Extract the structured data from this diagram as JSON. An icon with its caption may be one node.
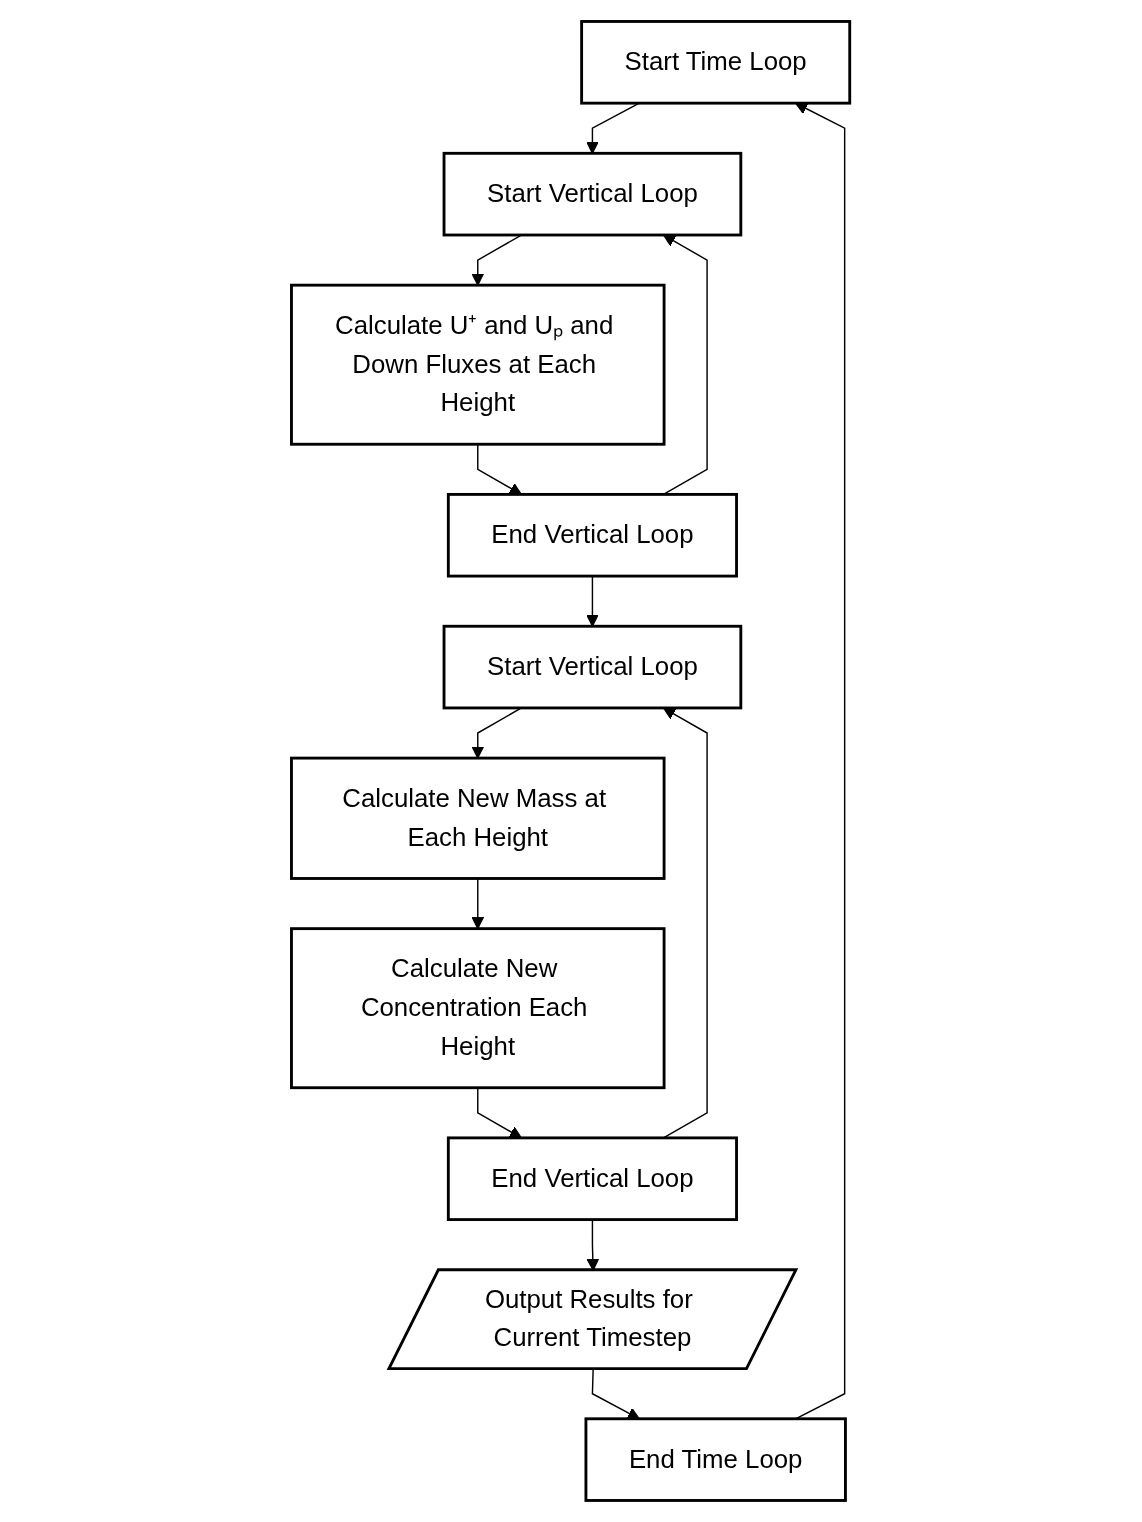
{
  "diagram": {
    "nodes": [
      {
        "text": [
          "Start Time Loop"
        ]
      },
      {
        "text": [
          "Start Vertical Loop"
        ]
      },
      {
        "text": [
          "Calculate U⁺ and Uₚ and Down Fluxes at Each Height"
        ]
      },
      {
        "text": [
          "End Vertical Loop"
        ]
      },
      {
        "text": [
          "Start Vertical Loop"
        ]
      },
      {
        "text": [
          "Calculate New Mass at Each Height"
        ]
      },
      {
        "text": [
          "Calculate New Concentration Each Height"
        ]
      },
      {
        "text": [
          "End Vertical Loop"
        ]
      },
      {
        "text": [
          "Output Results for Current Timestep"
        ]
      },
      {
        "text": [
          "End Time Loop"
        ]
      }
    ],
    "edges": [
      {
        "from": 0,
        "to": 1,
        "arrow": "to"
      },
      {
        "from": 1,
        "to": 2,
        "arrow": "to"
      },
      {
        "from": 2,
        "to": 3,
        "arrow": "to"
      },
      {
        "from": 3,
        "to": 1,
        "arrow": "to"
      },
      {
        "from": 3,
        "to": 4,
        "arrow": "to"
      },
      {
        "from": 4,
        "to": 5,
        "arrow": "to"
      },
      {
        "from": 5,
        "to": 6,
        "arrow": "to"
      },
      {
        "from": 6,
        "to": 7,
        "arrow": "to"
      },
      {
        "from": 7,
        "to": 4,
        "arrow": "to"
      },
      {
        "from": 7,
        "to": 8,
        "arrow": "to"
      },
      {
        "from": 8,
        "to": 9,
        "arrow": "to"
      },
      {
        "from": 9,
        "to": 0,
        "arrow": "to"
      }
    ]
  }
}
